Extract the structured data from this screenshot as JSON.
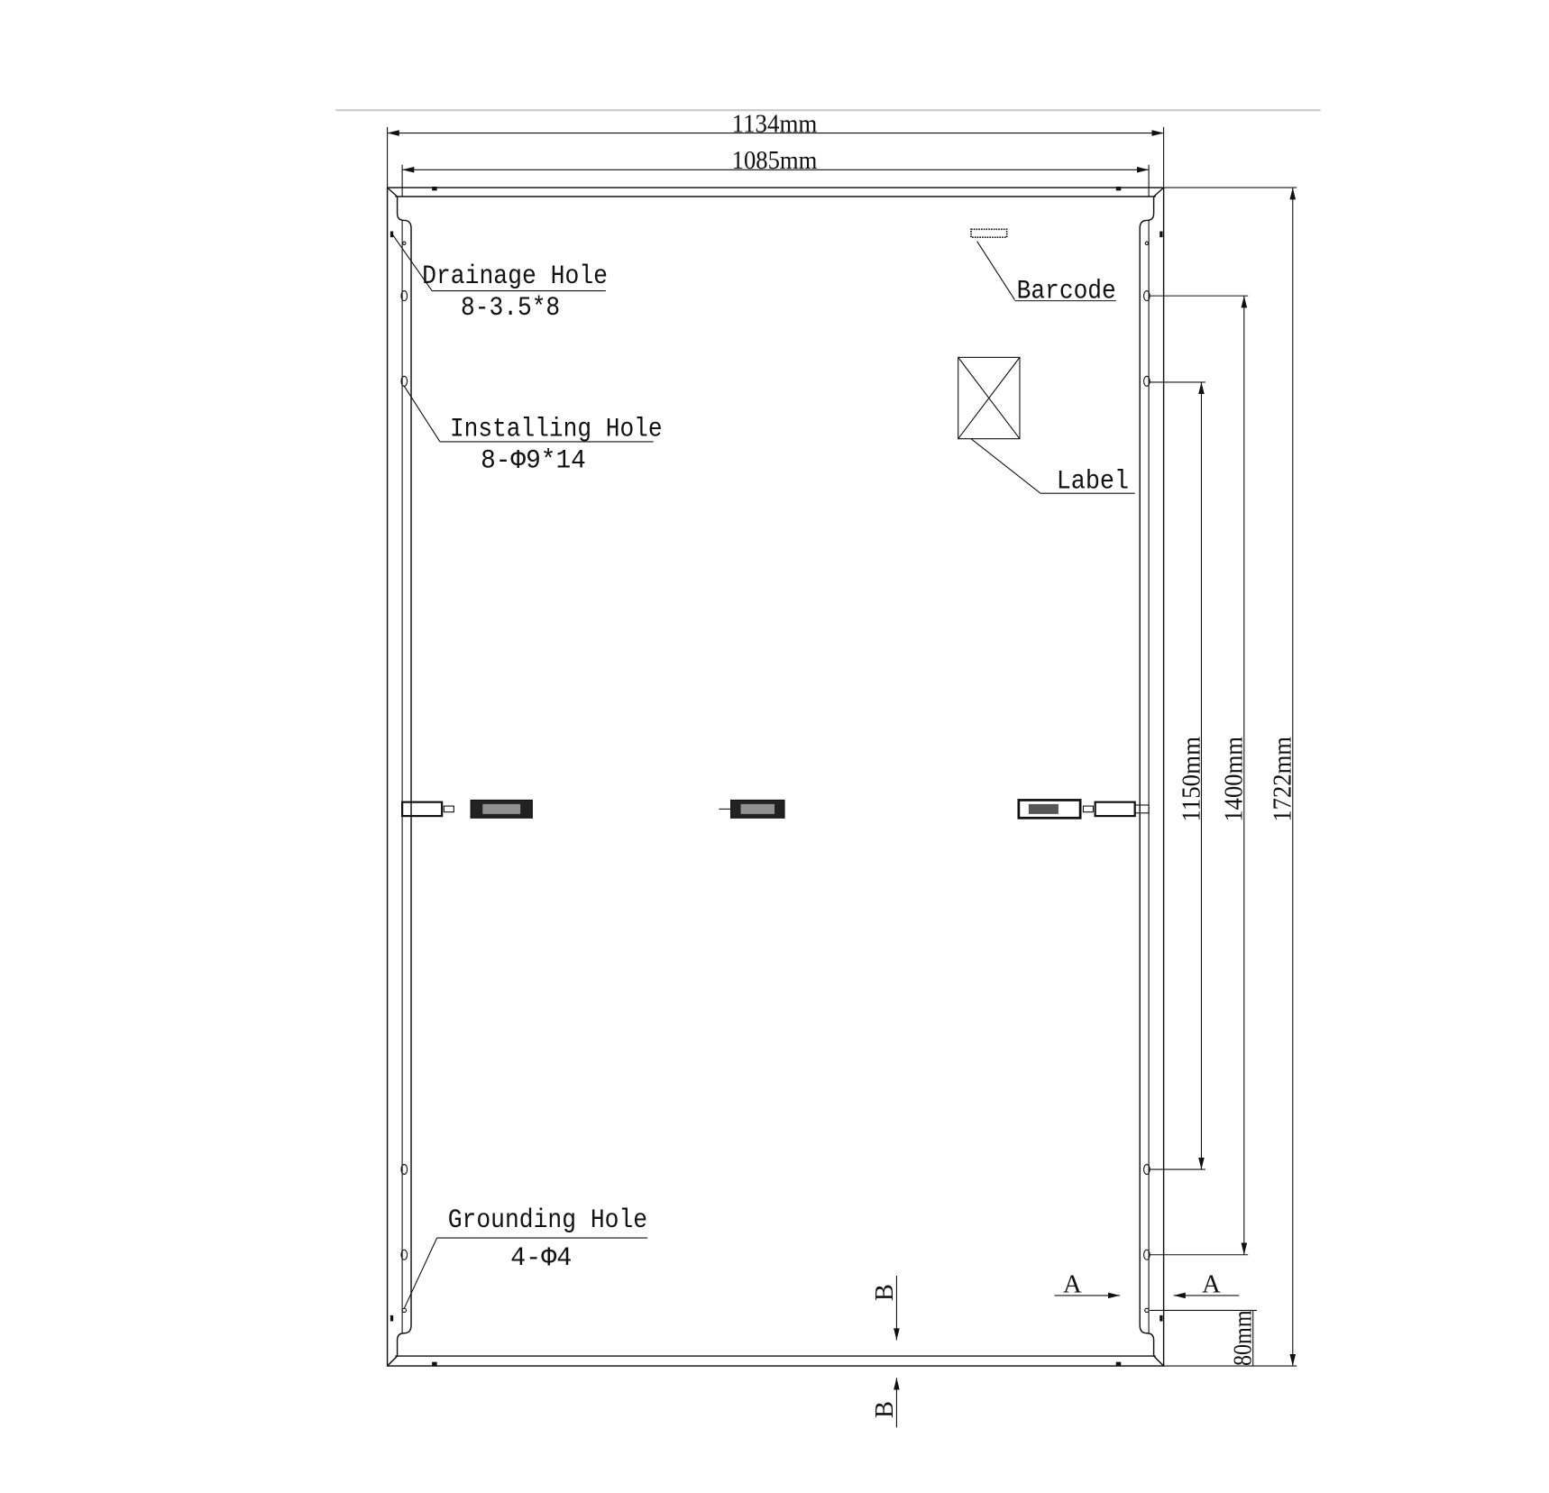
{
  "dimensions": {
    "overall_width": "1134mm",
    "inner_width": "1085mm",
    "length": "1722mm",
    "mount_spacing_outer": "1400mm",
    "mount_spacing_inner": "1150mm",
    "grounding_offset": "80mm"
  },
  "callouts": {
    "drainage": {
      "label": "Drainage Hole",
      "spec": "8-3.5*8"
    },
    "installing": {
      "label": "Installing Hole",
      "spec": "8-Φ9*14"
    },
    "grounding": {
      "label": "Grounding Hole",
      "spec": "4-Φ4"
    },
    "barcode": {
      "label": "Barcode"
    },
    "label": {
      "label": "Label"
    }
  },
  "sections": {
    "a": "A",
    "b": "B"
  },
  "colors": {
    "line": "#111111",
    "background": "#ffffff"
  }
}
